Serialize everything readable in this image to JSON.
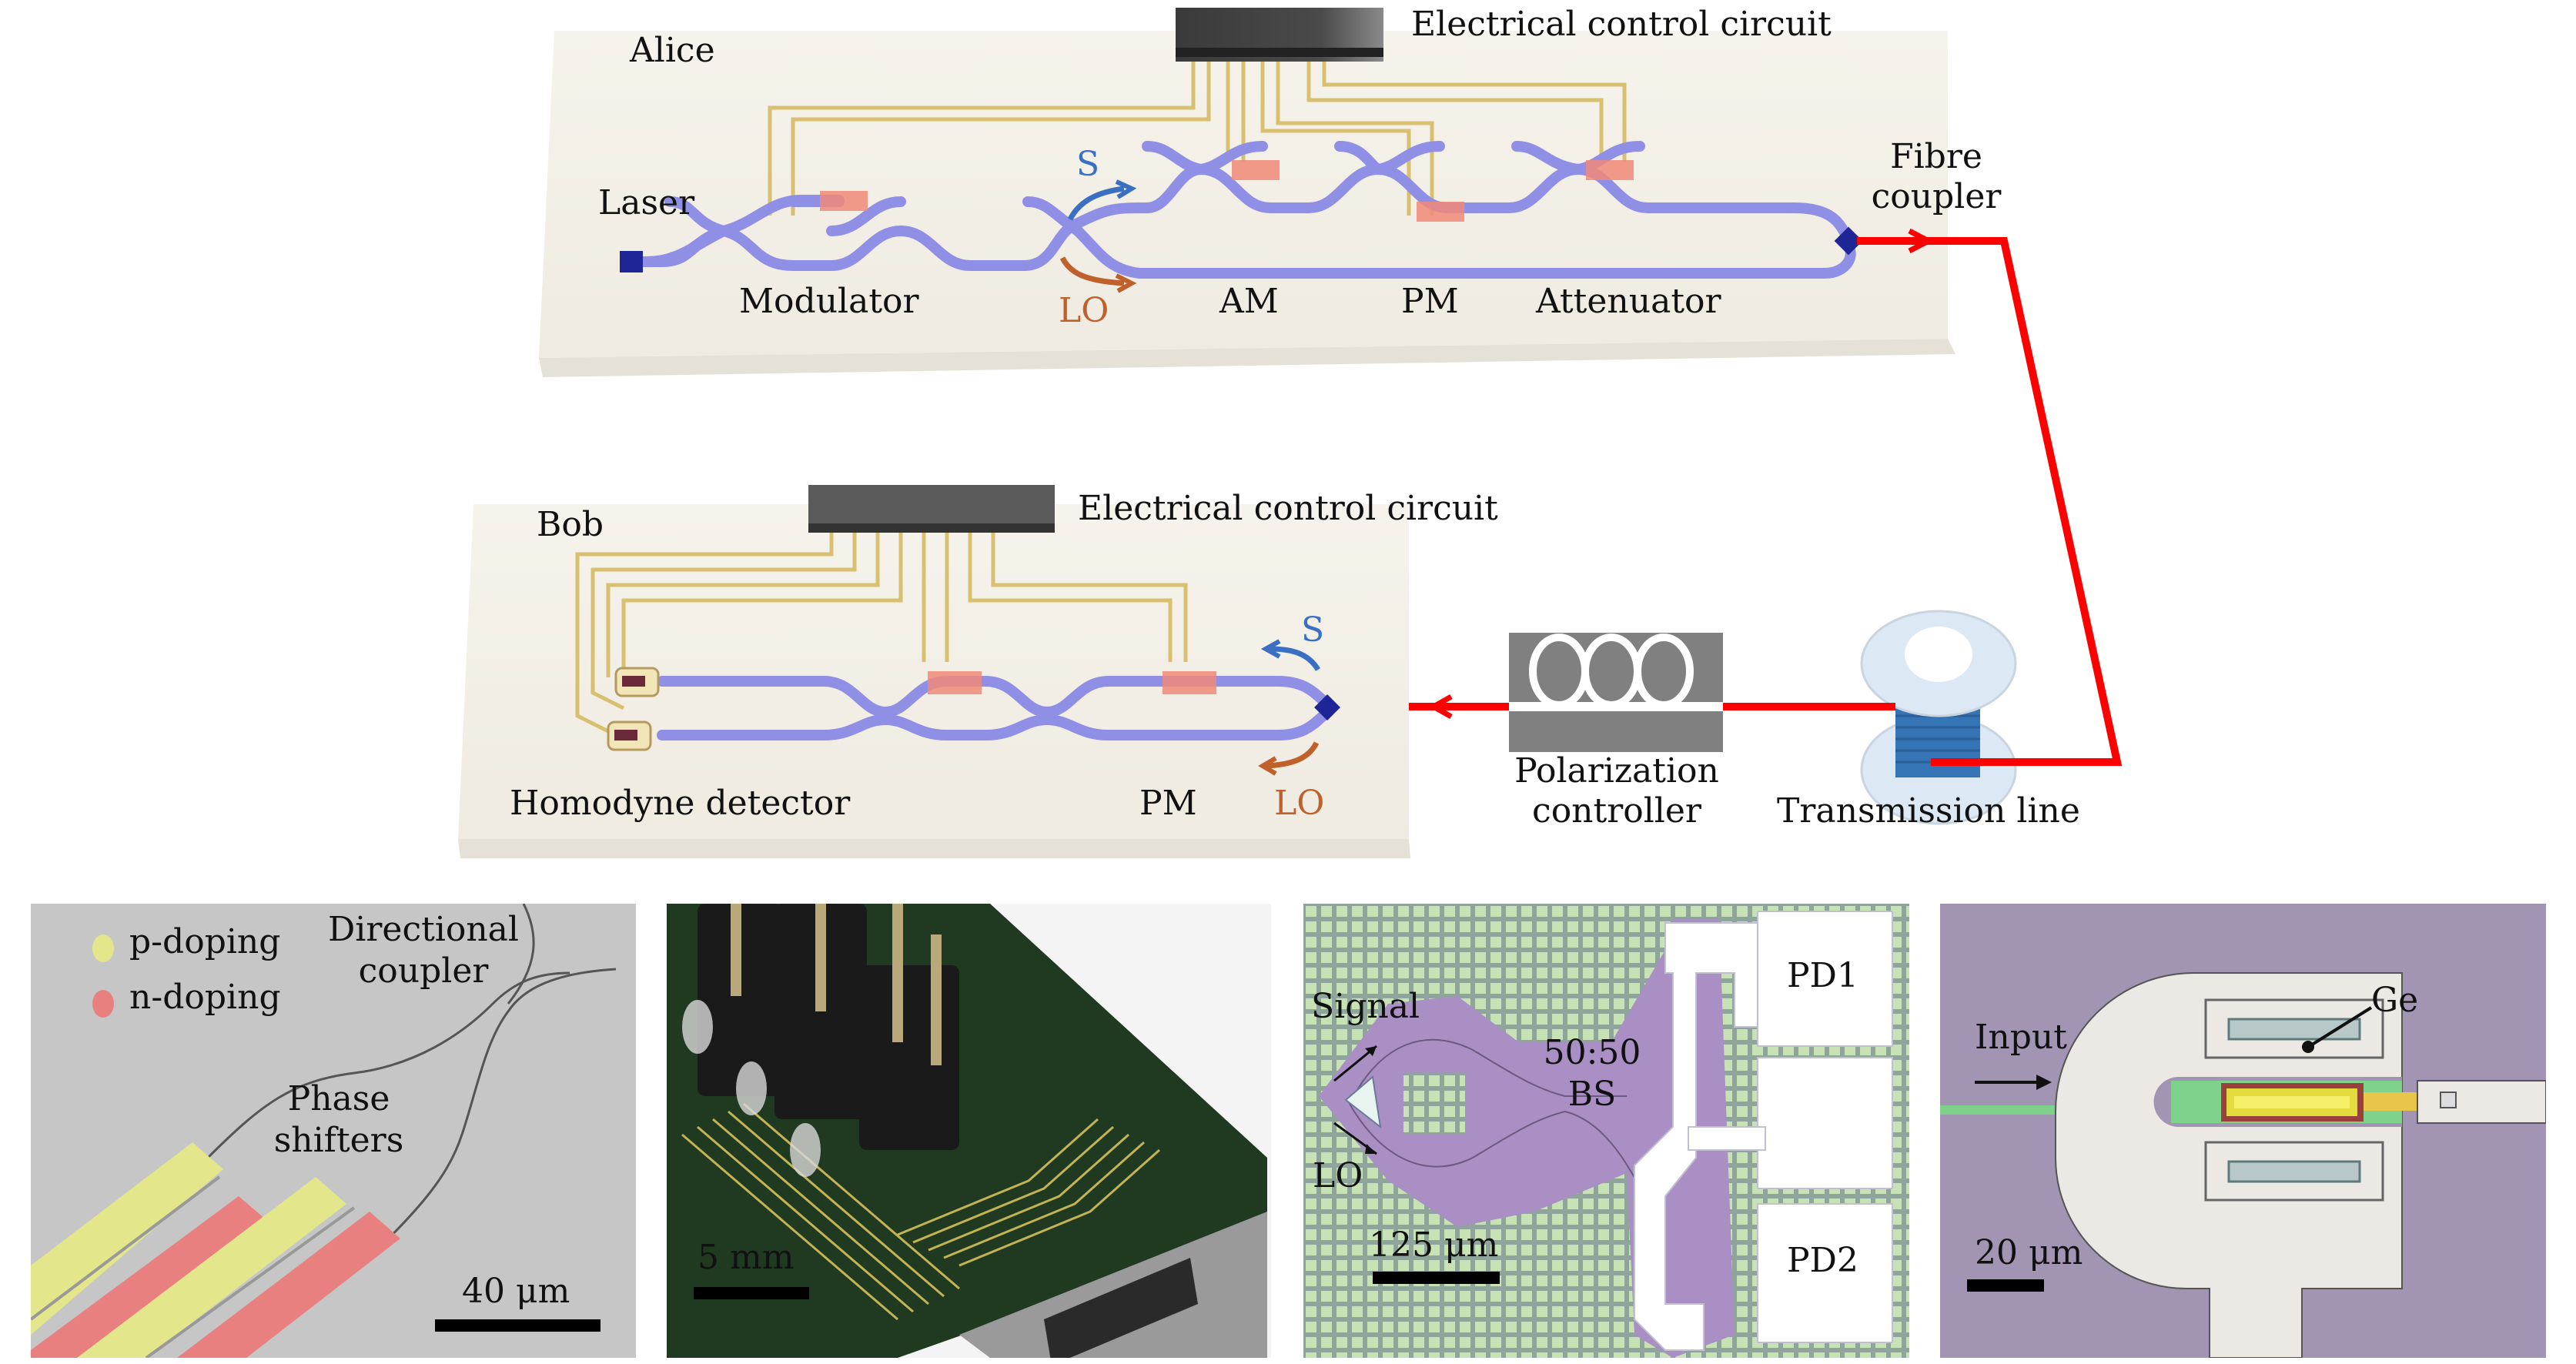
{
  "figure": {
    "alice": {
      "title": "Alice",
      "chip_label": "Electrical control circuit",
      "labels": {
        "laser": "Laser",
        "modulator": "Modulator",
        "signal": "S",
        "local_oscillator": "LO",
        "amplitude_modulator": "AM",
        "phase_modulator": "PM",
        "attenuator": "Attenuator",
        "fibre_coupler_line1": "Fibre",
        "fibre_coupler_line2": "coupler"
      }
    },
    "bob": {
      "title": "Bob",
      "chip_label": "Electrical control circuit",
      "labels": {
        "homodyne_detector": "Homodyne detector",
        "phase_modulator": "PM",
        "signal": "S",
        "local_oscillator": "LO"
      }
    },
    "channel": {
      "polarization_controller_line1": "Polarization",
      "polarization_controller_line2": "controller",
      "transmission_line": "Transmission line"
    },
    "panels": [
      {
        "id": "sem-phase-shifters",
        "legend": [
          {
            "label": "p-doping",
            "color": "#e3e68a"
          },
          {
            "label": "n-doping",
            "color": "#e98080"
          }
        ],
        "annotations": {
          "directional_coupler_line1": "Directional",
          "directional_coupler_line2": "coupler",
          "phase_shifters_line1": "Phase",
          "phase_shifters_line2": "shifters"
        },
        "scale": "40 μm"
      },
      {
        "id": "packaged-chip-photo",
        "scale": "5 mm"
      },
      {
        "id": "homodyne-detector-micrograph",
        "annotations": {
          "signal": "Signal",
          "lo": "LO",
          "bs_line1": "50:50",
          "bs_line2": "BS",
          "pd1": "PD1",
          "pd2": "PD2"
        },
        "scale": "125 μm"
      },
      {
        "id": "ge-photodiode-micrograph",
        "annotations": {
          "input": "Input",
          "ge": "Ge"
        },
        "scale": "20 μm"
      }
    ],
    "colors": {
      "waveguide": "#8f8fe6",
      "coupler": "#1e2596",
      "fibre": "#ff0000",
      "signal_arrow": "#3a6fc4",
      "lo_arrow": "#c0602a",
      "electrode": "#f0d98a",
      "heater": "#f08a78",
      "board": "#f3f0e8"
    }
  }
}
